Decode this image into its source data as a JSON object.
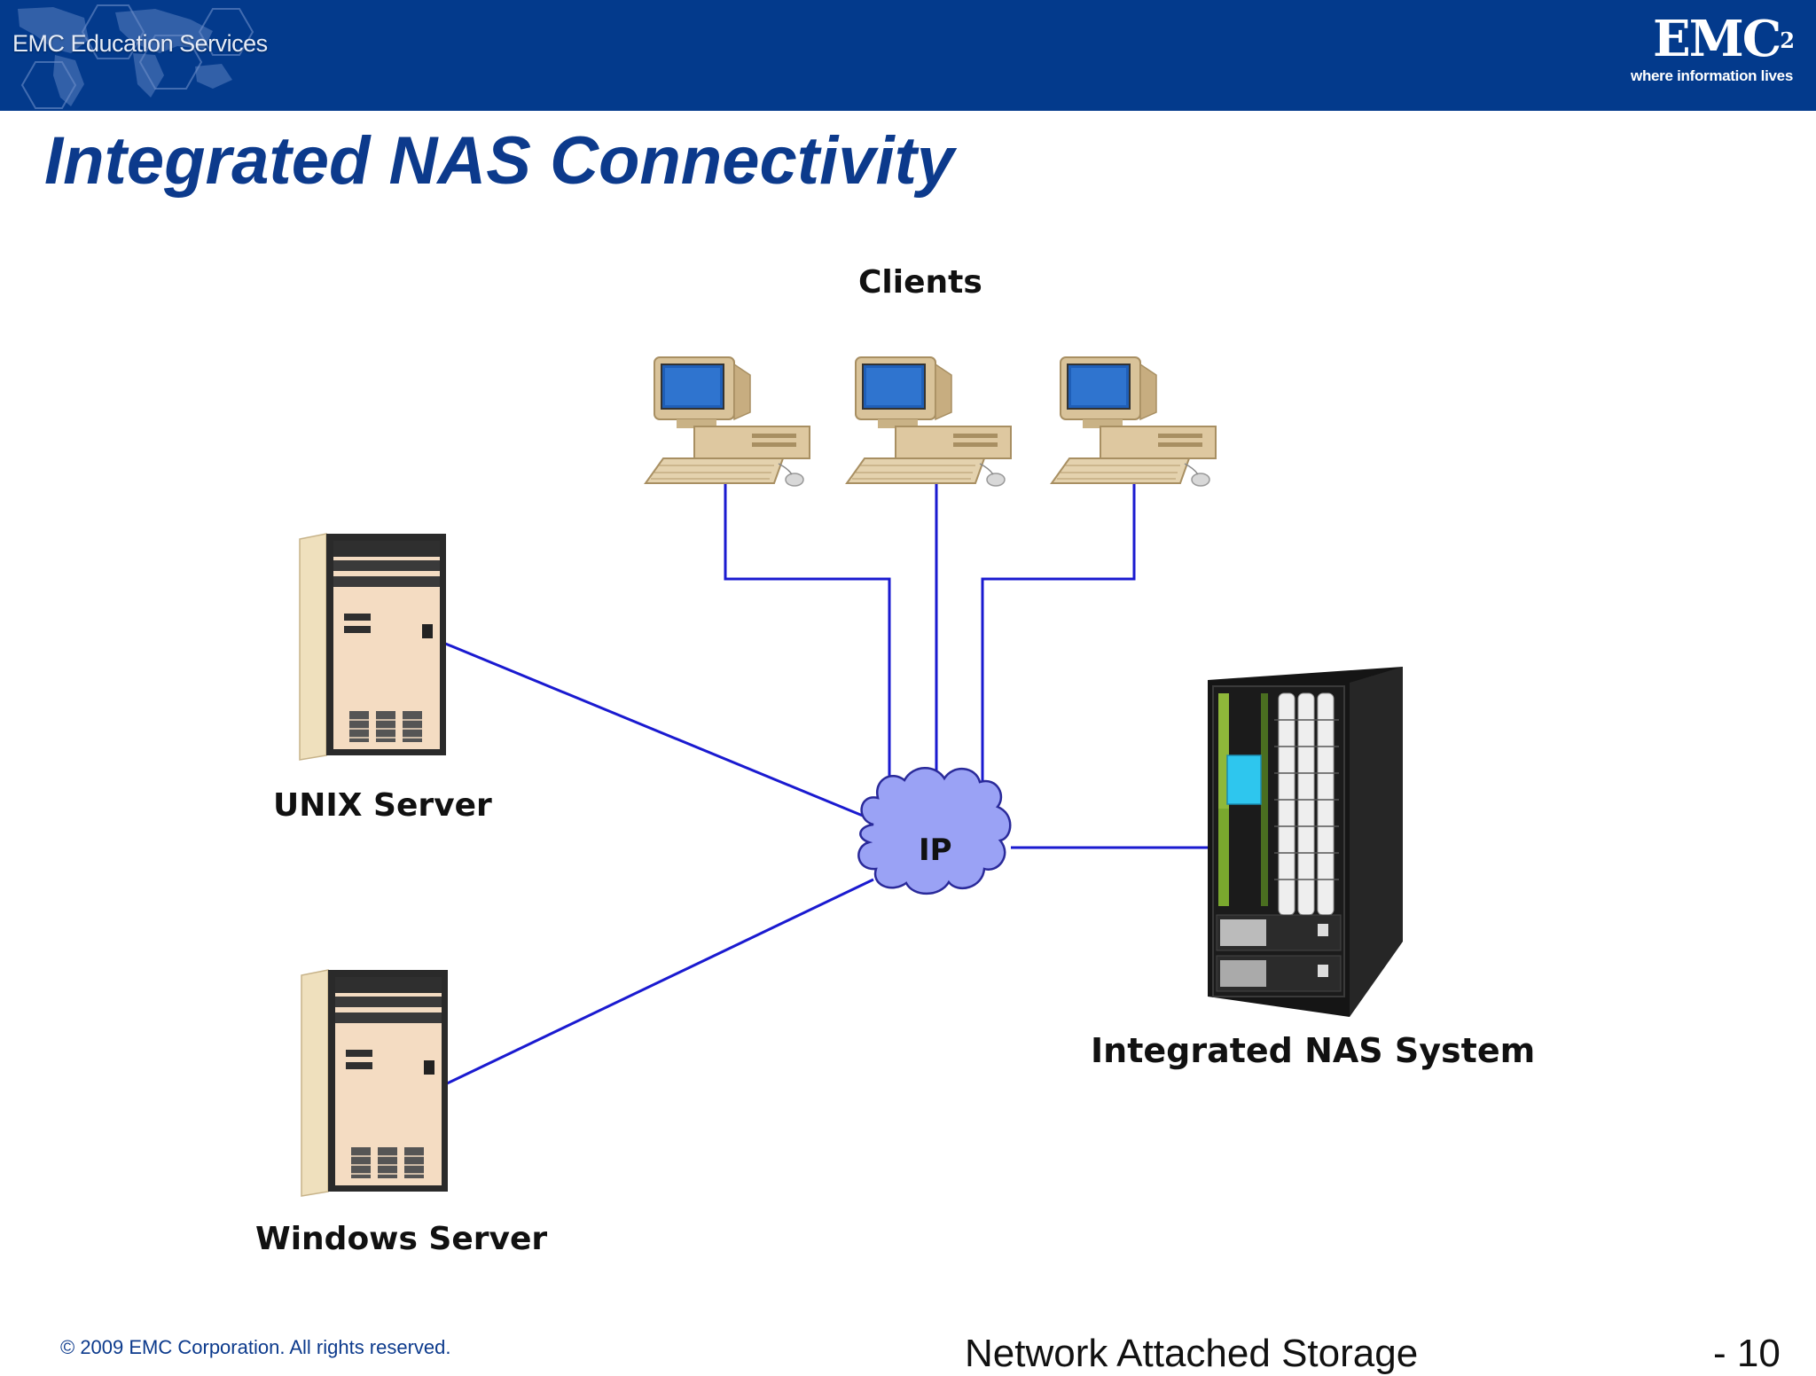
{
  "header": {
    "brand_left": "EMC Education Services",
    "logo": "EMC",
    "logo_superscript": "2",
    "logo_tagline": "where information lives",
    "background_color": "#033a8c"
  },
  "title": "Integrated NAS Connectivity",
  "diagram": {
    "clients_label": "Clients",
    "unix_label": "UNIX Server",
    "windows_label": "Windows Server",
    "nas_label": "Integrated NAS System",
    "cloud_label": "IP",
    "link_color": "#1a1ad0",
    "cloud_color": "#9aa2f5",
    "icons": [
      "client-pc-icon",
      "client-pc-icon",
      "client-pc-icon",
      "tower-server-icon",
      "tower-server-icon",
      "nas-rack-icon",
      "ip-cloud-icon"
    ]
  },
  "footer": {
    "copyright": "© 2009 EMC Corporation. All rights reserved.",
    "course": "Network Attached Storage",
    "page": "- 10"
  }
}
